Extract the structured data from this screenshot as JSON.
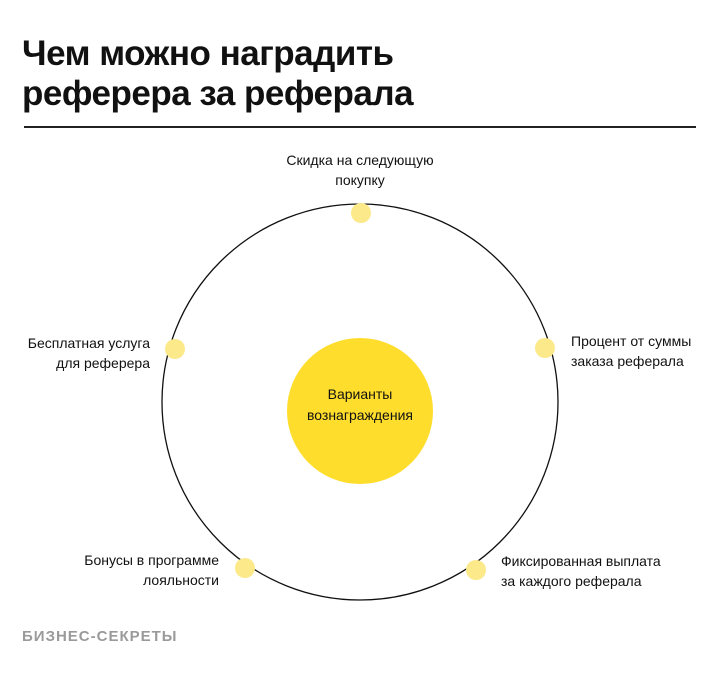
{
  "title": {
    "line1": "Чем можно наградить",
    "line2": "реферера за реферала"
  },
  "center": {
    "line1": "Варианты",
    "line2": "вознаграждения"
  },
  "options": [
    {
      "line1": "Скидка на следующую",
      "line2": "покупку"
    },
    {
      "line1": "Процент от суммы",
      "line2": "заказа реферала"
    },
    {
      "line1": "Фиксированная выплата",
      "line2": "за каждого реферала"
    },
    {
      "line1": "Бонусы в программе",
      "line2": "лояльности"
    },
    {
      "line1": "Бесплатная услуга",
      "line2": "для реферера"
    }
  ],
  "brand": "БИЗНЕС-СЕКРЕТЫ",
  "colors": {
    "accent": "#FFDD2D",
    "node": "#FBE98A",
    "text": "#111111",
    "brand": "#9A9A9A"
  }
}
